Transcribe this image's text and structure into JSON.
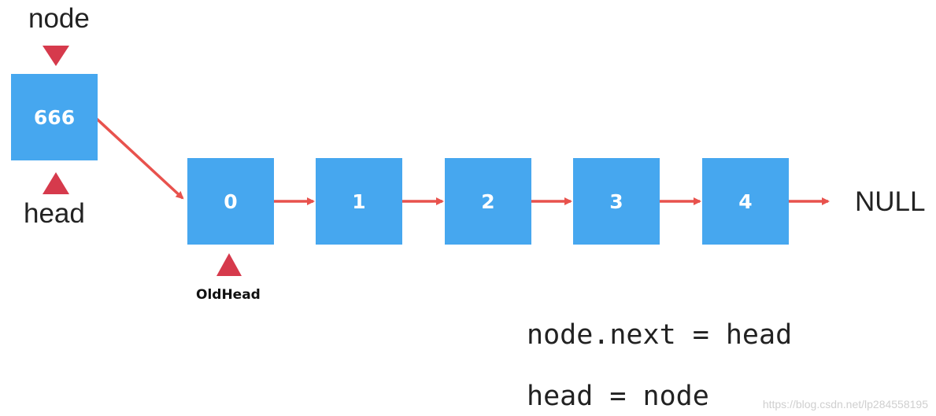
{
  "labels": {
    "node": "node",
    "head": "head",
    "old_head": "OldHead",
    "null": "NULL"
  },
  "boxes": {
    "new_node": "666",
    "n0": "0",
    "n1": "1",
    "n2": "2",
    "n3": "3",
    "n4": "4"
  },
  "code": {
    "line1": "node.next = head",
    "line2": "head = node"
  },
  "watermark": "https://blog.csdn.net/lp284558195",
  "colors": {
    "box": "#46a7ef",
    "arrow": "#e8524d",
    "pointer": "#d63a4c",
    "text": "#222222"
  }
}
